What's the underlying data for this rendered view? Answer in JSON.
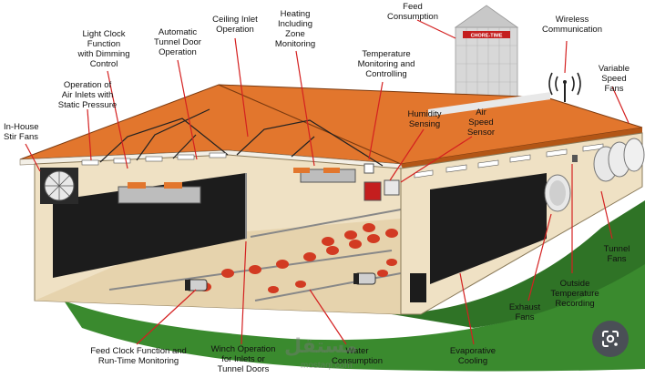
{
  "labels": {
    "feed_consumption": "Feed\nConsumption",
    "wireless_communication": "Wireless\nCommunication",
    "variable_speed_fans": "Variable\nSpeed\nFans",
    "light_clock": "Light Clock\nFunction\nwith Dimming\nControl",
    "automatic_tunnel_door": "Automatic\nTunnel Door\nOperation",
    "ceiling_inlet": "Ceiling Inlet\nOperation",
    "heating_zone": "Heating\nIncluding\nZone\nMonitoring",
    "temperature_monitoring": "Temperature\nMonitoring and\nControlling",
    "air_inlets": "Operation of\nAir Inlets with\nStatic Pressure",
    "humidity_sensing": "Humidity\nSensing",
    "air_speed_sensor": "Air\nSpeed\nSensor",
    "in_house_stir_fans": "In-House\nStir Fans",
    "tunnel_fans": "Tunnel\nFans",
    "outside_temperature": "Outside\nTemperature\nRecording",
    "exhaust_fans": "Exhaust\nFans",
    "feed_clock": "Feed Clock Function and\nRun-Time Monitoring",
    "winch_operation": "Winch Operation\nfor Inlets or\nTunnel Doors",
    "water_consumption": "Water\nConsumption",
    "evaporative_cooling": "Evaporative\nCooling"
  },
  "silo_brand": "CHORE-TIME",
  "watermark": {
    "arabic": "مستقل",
    "latin": "mostaql.com"
  },
  "colors": {
    "roof": "#e2762d",
    "wall": "#efe1c4",
    "pad": "#1c1c1c",
    "grass": "#3a8a2e",
    "leader": "#d42020",
    "feeder": "#d23a22",
    "silo": "#d8d8d8"
  },
  "icons": {
    "lens": "google-lens-icon",
    "antenna": "wireless-antenna-icon"
  }
}
